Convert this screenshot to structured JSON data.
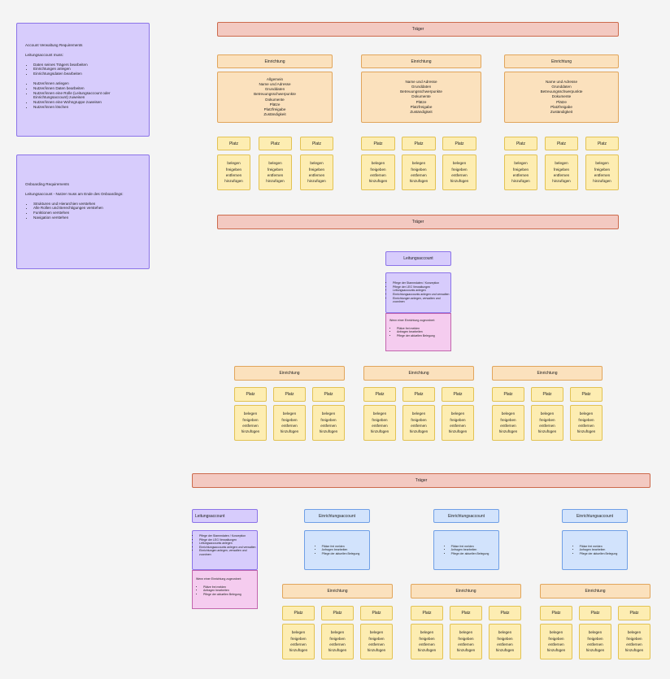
{
  "notes": {
    "account": {
      "title": "Account Verwaltung Requirements",
      "intro": "Leitungsaccount muss:",
      "group1": [
        "Daten seines Trägers bearbeiten",
        "Einrichtungen anlegen",
        "Einrichtungsdaten bearbeiten"
      ],
      "group2": [
        "Nutzer/innen anlegen",
        "Nutzer/innen Daten bearbeiten",
        "Nutzer/innen eine Rolle (Leitungsaccount oder Einrichtungsaccount) zuweisen",
        "Nutzer/innen eine Wohngruppe zuweisen",
        "Nutzer/innen löschen"
      ]
    },
    "onboarding": {
      "title": "Onboarding Requirements",
      "intro": "Leitungsaccount - Nutzer muss am Ende des Onboardings:",
      "items": [
        "Strukturen und Hierarchien verstehen",
        "Alle Rollen und Berechtigungen verstehen",
        "Funktionen verstehen",
        "Navigation verstehen"
      ]
    }
  },
  "labels": {
    "traeger": "Träger",
    "einrichtung": "Einrichtung",
    "platz": "Platz",
    "leitungsaccount": "Leitungsaccount",
    "einrichtungsaccount": "Einrichtungsaccount"
  },
  "platz_actions": [
    "belegen",
    "freigeben",
    "entfernen",
    "hinzufügen"
  ],
  "einrichtung_lists": {
    "first": [
      "Allgemein",
      "Name und Adresse",
      "Grunddaten",
      "Betreuungsschwerpunkte",
      "Dokumente",
      "Plätze",
      "Platzfreigabe",
      "Zuständigkeit"
    ],
    "other": [
      "Name und Adresse",
      "Grunddaten",
      "Betreuungsschwerpunkte",
      "Dokumente",
      "Plätze",
      "Platzfreigabe",
      "Zuständigkeit"
    ]
  },
  "leitung_perms": [
    "Pflege der Stammdaten / Konzeption",
    "Pflege der LEG Verwaltungen",
    "Leitungsaccounts anlegen",
    "Einrichtungsaccounts anlegen und verwalten",
    "Einrichtungen anlegen, verwalten und zuordnen"
  ],
  "leitung_if_assigned": "Wenn einer Einrichtung zugeordnet:",
  "einrichtung_perms": [
    "Plätze frei melden",
    "Anfragen bearbeiten",
    "Pflege der aktuellen Belegung"
  ],
  "colors": {
    "traeger": "#f3c9c1",
    "einrichtung": "#fbe1bd",
    "platz": "#fdedb2",
    "leitungsaccount": "#d7ccfc",
    "leitung_assigned": "#f5ccef",
    "einrichtungsaccount": "#d2e3fc"
  }
}
